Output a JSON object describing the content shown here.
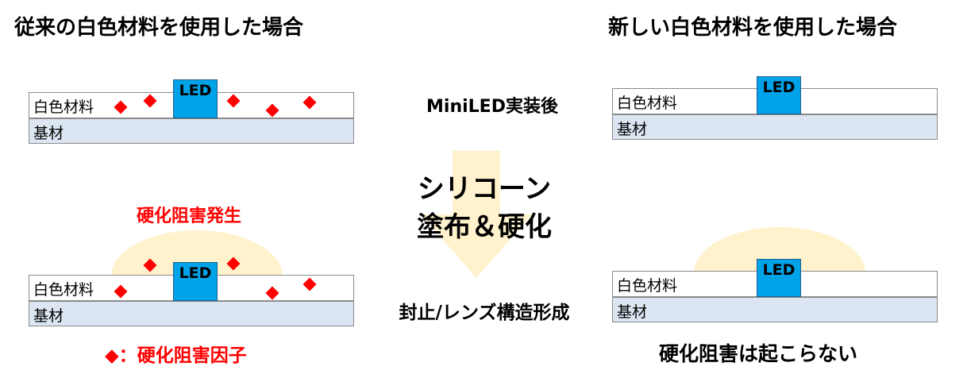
{
  "left": {
    "title": "従来の白色材料を使用した場合",
    "white_material_label": "白色材料",
    "substrate_label": "基材",
    "led_label": "LED",
    "inhibition_text": "硬化阻害発生",
    "legend_text": "◆：硬化阻害因子"
  },
  "right": {
    "title": "新しい白色材料を使用した場合",
    "white_material_label": "白色材料",
    "substrate_label": "基材",
    "led_label": "LED",
    "no_inhibition_text": "硬化阻害は起こらない"
  },
  "center": {
    "step1": "MiniLED実装後",
    "step2_line1": "シリコーン",
    "step2_line2": "塗布＆硬化",
    "step3": "封止/レンズ構造形成"
  },
  "colors": {
    "inhibitor": "#ff0000",
    "led": "#00a2e8",
    "substrate": "#dce6f2",
    "silicone": "#fff2cc",
    "arrow": "#fff2cc"
  }
}
